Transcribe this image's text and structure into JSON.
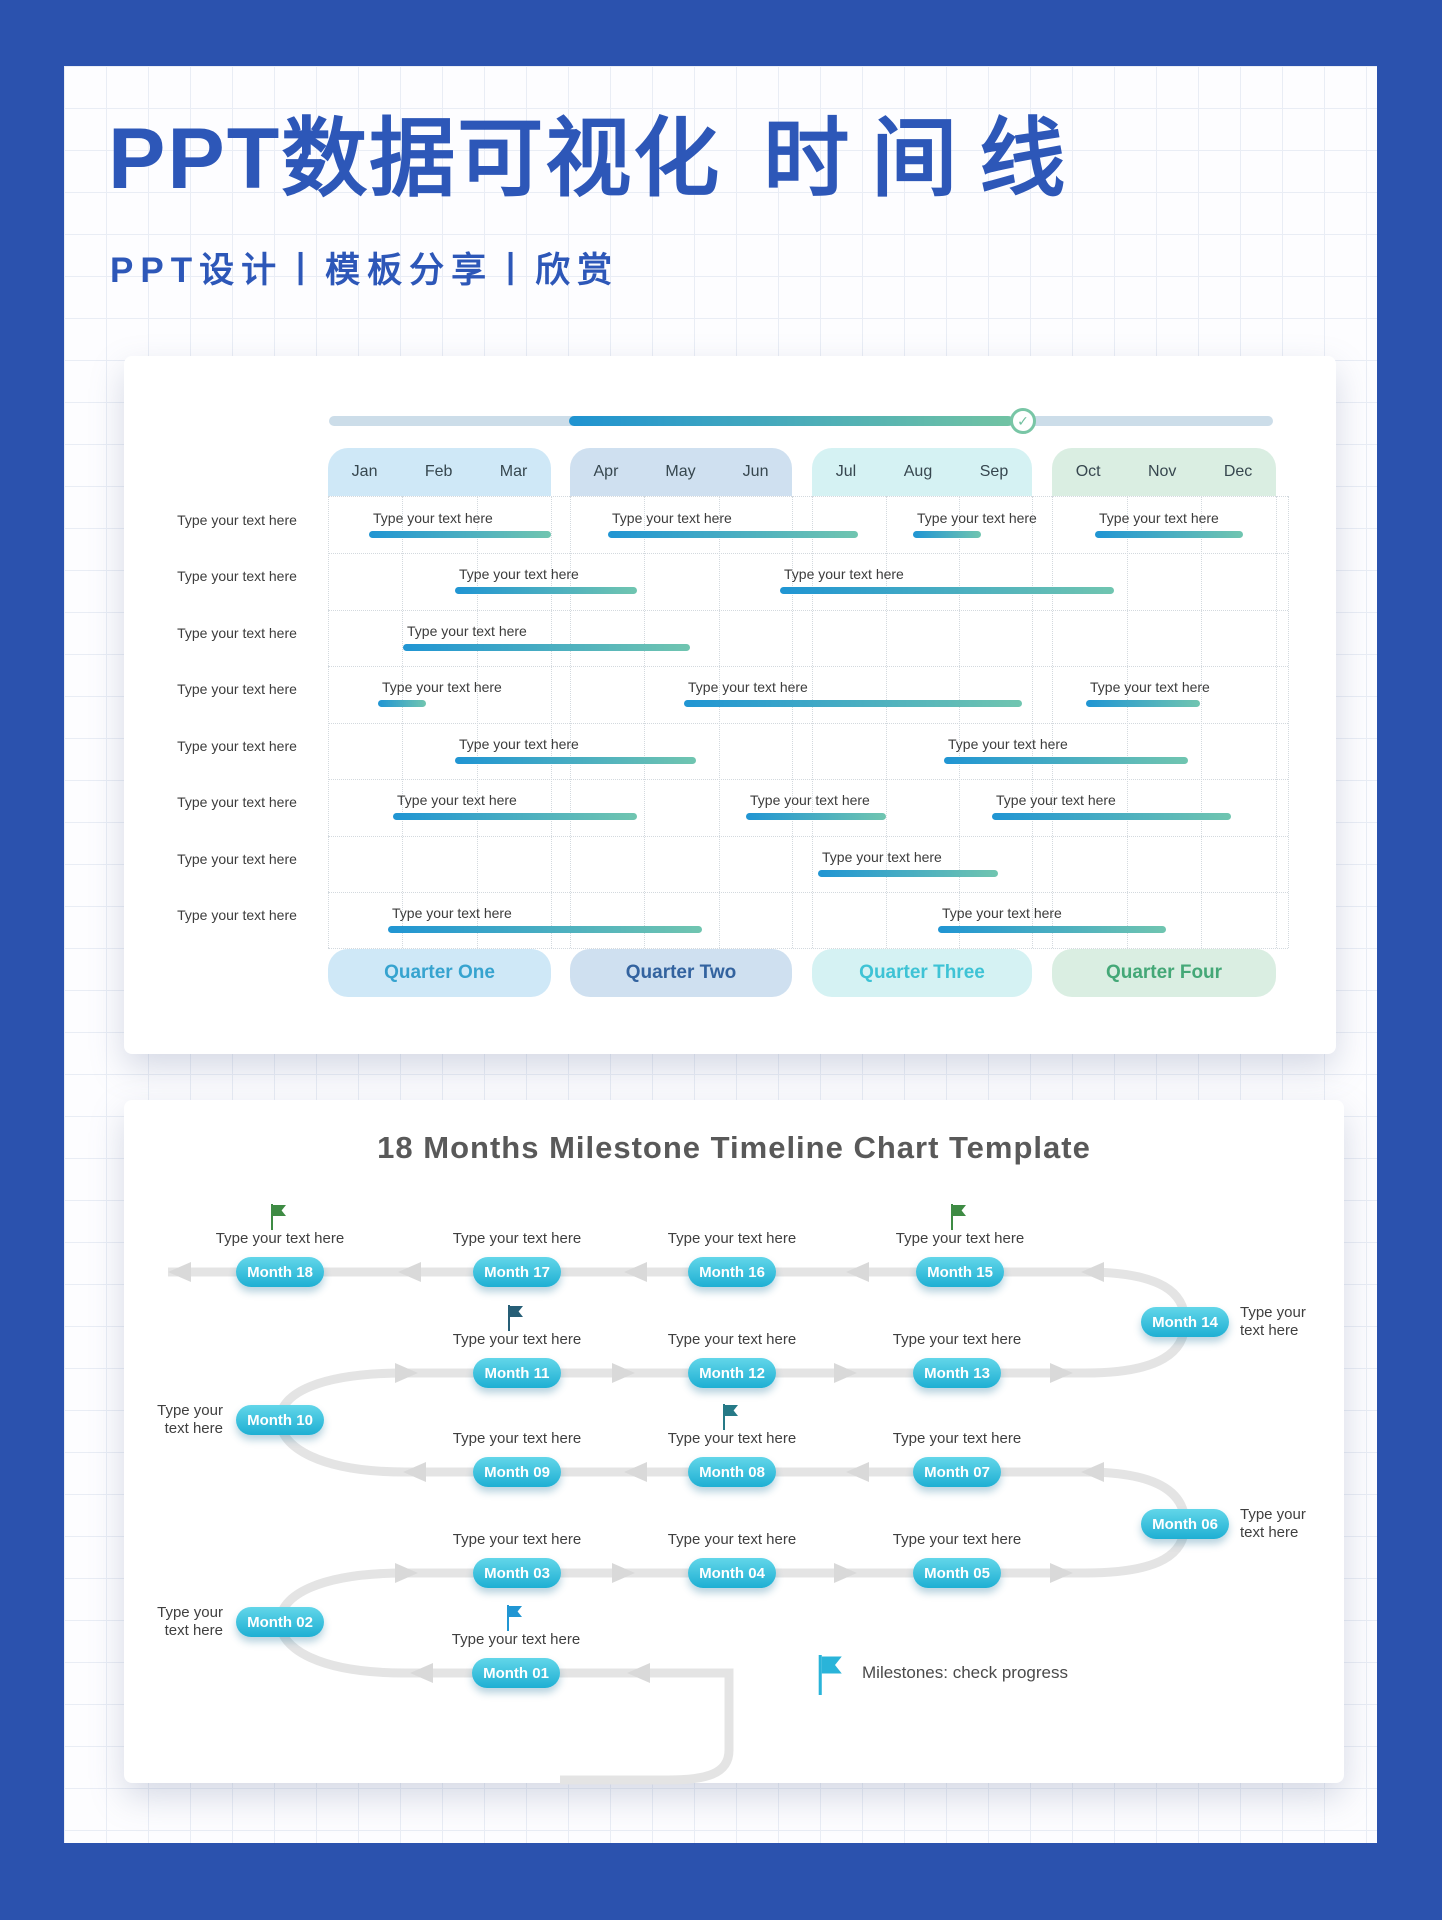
{
  "page": {
    "title": "PPT数据可视化",
    "title_suffix": "时间线",
    "subtitle": "PPT设计丨模板分享丨欣赏",
    "frame_color": "#2b52ae",
    "title_color": "#2d57b8"
  },
  "gantt": {
    "slider": {
      "progress_icon": "✓",
      "track_color": "#ccdde9",
      "fill_start": "#1f93d1",
      "fill_end": "#71c3a3"
    },
    "bar_label": "Type your text here",
    "row_label": "Type your text here",
    "bar_gradient": [
      "#2095d3",
      "#70c5b0"
    ],
    "quarters": [
      {
        "label": "Quarter One",
        "months": [
          "Jan",
          "Feb",
          "Mar"
        ],
        "fill": "#cfe8f7",
        "text_color": "#36a3cf"
      },
      {
        "label": "Quarter Two",
        "months": [
          "Apr",
          "May",
          "Jun"
        ],
        "fill": "#cfe0f0",
        "text_color": "#33639f"
      },
      {
        "label": "Quarter Three",
        "months": [
          "Jul",
          "Aug",
          "Sep"
        ],
        "fill": "#d5f2f3",
        "text_color": "#3ec3d5"
      },
      {
        "label": "Quarter Four",
        "months": [
          "Oct",
          "Nov",
          "Dec"
        ],
        "fill": "#daeee2",
        "text_color": "#44a877"
      }
    ],
    "rows": [
      {
        "bars": [
          [
            369,
            551
          ],
          [
            608,
            858
          ],
          [
            913,
            981
          ],
          [
            1095,
            1243
          ]
        ]
      },
      {
        "bars": [
          [
            455,
            637
          ],
          [
            780,
            1114
          ]
        ]
      },
      {
        "bars": [
          [
            403,
            690
          ]
        ]
      },
      {
        "bars": [
          [
            378,
            426
          ],
          [
            684,
            1022
          ],
          [
            1086,
            1200
          ]
        ]
      },
      {
        "bars": [
          [
            455,
            696
          ],
          [
            944,
            1188
          ]
        ]
      },
      {
        "bars": [
          [
            393,
            637
          ],
          [
            746,
            886
          ],
          [
            992,
            1231
          ]
        ]
      },
      {
        "bars": [
          [
            818,
            998
          ]
        ]
      },
      {
        "bars": [
          [
            388,
            702
          ],
          [
            938,
            1166
          ]
        ]
      }
    ]
  },
  "milestone": {
    "title": "18 Months Milestone Timeline Chart Template",
    "item_label": "Type your text here",
    "side_label_lines": [
      "Type your",
      "text here"
    ],
    "legend_label": "Milestones: check progress",
    "flag_colors": {
      "green": "#3e8b44",
      "navy": "#265e76",
      "teal": "#267a87",
      "blue": "#2196d3",
      "legend": "#2ab4d9"
    },
    "rows": [
      {
        "dir": "left",
        "items": [
          {
            "name": "Month 18",
            "flag": "green"
          },
          {
            "name": "Month 17"
          },
          {
            "name": "Month 16"
          },
          {
            "name": "Month 15",
            "flag": "green"
          }
        ]
      },
      {
        "dir": "right",
        "items": [
          {
            "name": "Month 11",
            "flag": "navy"
          },
          {
            "name": "Month 12"
          },
          {
            "name": "Month 13"
          }
        ]
      },
      {
        "dir": "left",
        "items": [
          {
            "name": "Month 09"
          },
          {
            "name": "Month 08",
            "flag": "teal"
          },
          {
            "name": "Month 07"
          }
        ]
      },
      {
        "dir": "right",
        "items": [
          {
            "name": "Month 03"
          },
          {
            "name": "Month 04"
          },
          {
            "name": "Month 05"
          }
        ]
      },
      {
        "dir": "left",
        "items": [
          {
            "name": "Month 01",
            "flag": "blue"
          }
        ]
      }
    ],
    "side_items": [
      {
        "name": "Month 14",
        "label_side": "right"
      },
      {
        "name": "Month 10",
        "label_side": "left"
      },
      {
        "name": "Month 06",
        "label_side": "right"
      },
      {
        "name": "Month 02",
        "label_side": "left"
      }
    ]
  }
}
